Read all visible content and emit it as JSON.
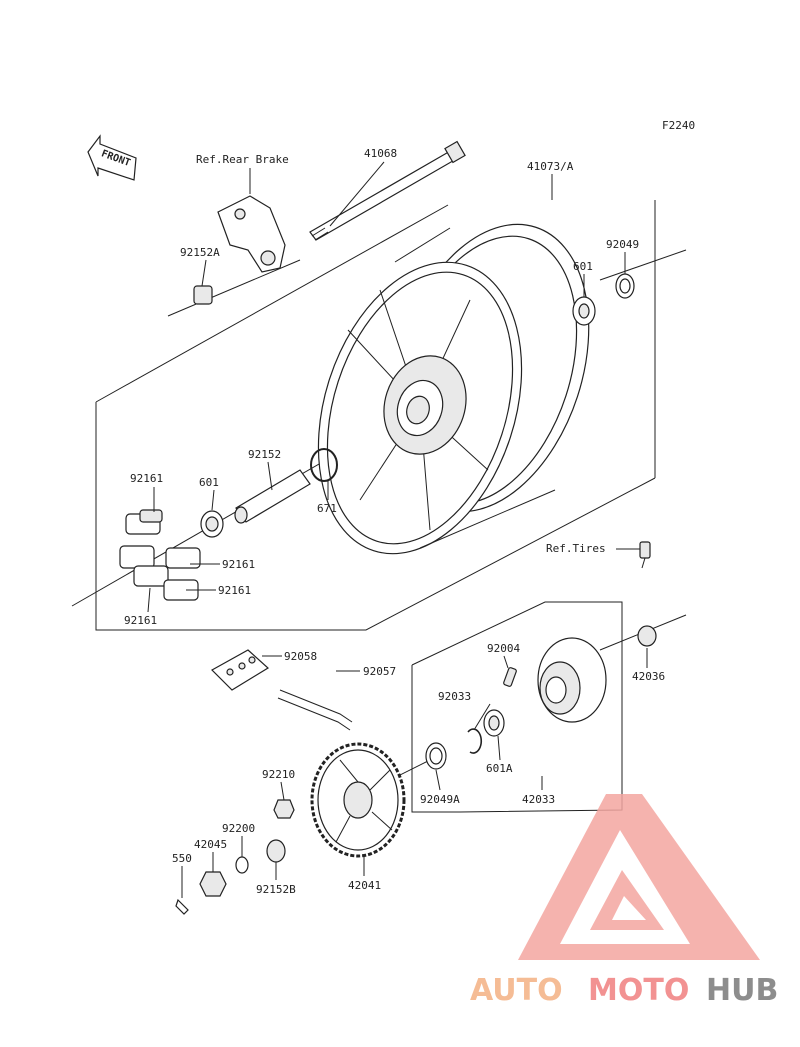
{
  "figure_code": "F2240",
  "front_arrow_text": "FRONT",
  "labels": {
    "ref_rear_brake": "Ref.Rear Brake",
    "p41068": "41068",
    "p41073A": "41073/A",
    "p92049_top": "92049",
    "p601_top": "601",
    "p92152A": "92152A",
    "p92152": "92152",
    "p601_left": "601",
    "p671": "671",
    "p92161_a": "92161",
    "p92161_b": "92161",
    "p92161_c": "92161",
    "p92161_d": "92161",
    "ref_tires": "Ref.Tires",
    "p92058": "92058",
    "p92057": "92057",
    "p92004": "92004",
    "p42036": "42036",
    "p92033": "92033",
    "p601A": "601A",
    "p92210": "92210",
    "p92049A": "92049A",
    "p42033": "42033",
    "p92200": "92200",
    "p42045": "42045",
    "p550": "550",
    "p92152B": "92152B",
    "p42041": "42041"
  },
  "watermark": {
    "part1": "AUTO",
    "part2": "MOTO",
    "part3": "HUB",
    "color_auto": "#f4b183",
    "color_moto": "#f08080",
    "color_hub": "#7a7a7a"
  }
}
